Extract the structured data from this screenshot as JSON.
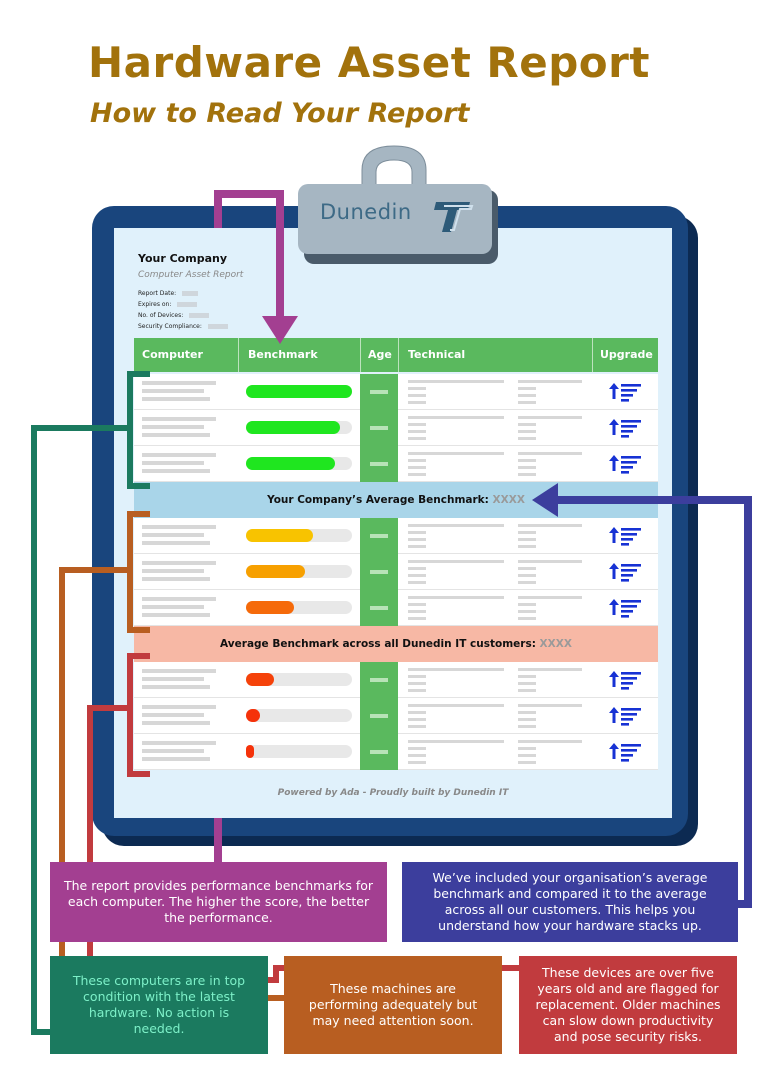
{
  "header": {
    "title": "Hardware Asset Report",
    "subtitle": "How to Read Your Report"
  },
  "clip": {
    "brand": "Dunedin"
  },
  "report": {
    "company": "Your Company",
    "subtitle": "Computer Asset Report",
    "meta": [
      {
        "label": "Report Date:"
      },
      {
        "label": "Expires on:"
      },
      {
        "label": "No. of Devices:"
      },
      {
        "label": "Security Compliance:"
      }
    ],
    "columns": [
      "Computer",
      "Benchmark",
      "Age",
      "Technical",
      "Upgrade"
    ],
    "rows": [
      {
        "benchmark": 1.0,
        "color": "#1fe61f"
      },
      {
        "benchmark": 0.89,
        "color": "#1fe61f"
      },
      {
        "benchmark": 0.84,
        "color": "#1fe61f"
      },
      {
        "benchmark": 0.63,
        "color": "#f8c300"
      },
      {
        "benchmark": 0.56,
        "color": "#f7a000"
      },
      {
        "benchmark": 0.45,
        "color": "#f56a0a"
      },
      {
        "benchmark": 0.26,
        "color": "#f5420a"
      },
      {
        "benchmark": 0.13,
        "color": "#f5320a"
      },
      {
        "benchmark": 0.08,
        "color": "#f5320a"
      }
    ],
    "company_band": {
      "label": "Your Company’s Average Benchmark:",
      "value": "XXXX"
    },
    "customers_band": {
      "label": "Average Benchmark across all Dunedin IT customers:",
      "value": "XXXX"
    },
    "footer": "Powered by Ada - Proudly built by Dunedin IT"
  },
  "callouts": {
    "purple": "The report provides performance benchmarks for each computer. The higher the score, the better the performance.",
    "blue": "We’ve included your organisation’s average benchmark and compared it to the average across all our customers. This helps you understand how your hardware stacks up.",
    "green": "These computers are in top condition with the latest hardware. No action is needed.",
    "orange": "These machines are performing adequately but may need attention soon.",
    "red": "These devices are over five years old and are flagged for replacement. Older machines can slow down productivity and pose security risks."
  },
  "colors": {
    "title": "#a2720c",
    "board": "#19457d",
    "header_green": "#5ab95e",
    "company_band": "#a9d5e9",
    "customers_band": "#f7b8a5",
    "purple": "#a33f91",
    "blue": "#3c3e9d",
    "green": "#1b7a5f",
    "orange": "#b85e21",
    "red": "#c13b3e",
    "upgrade_icon": "#1732d4"
  },
  "icons": [
    "upgrade-arrow-icon",
    "dunedin-logo-icon"
  ]
}
